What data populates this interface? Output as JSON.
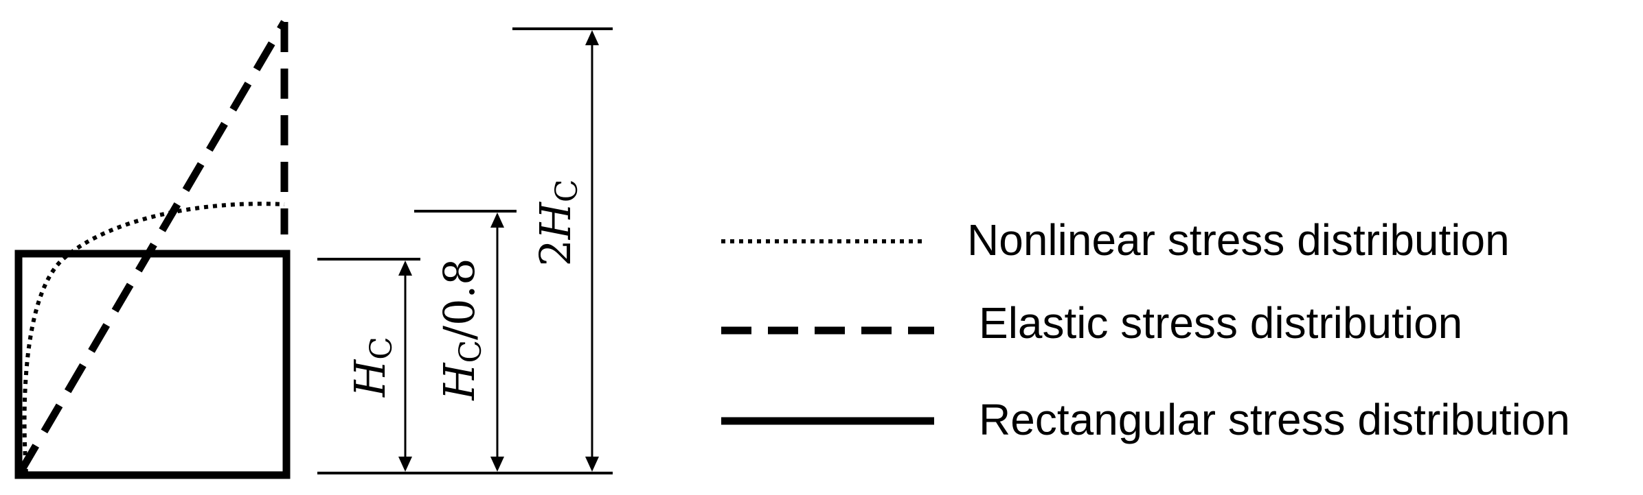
{
  "diagram": {
    "labels": {
      "hc": {
        "main": "H",
        "sub": "C",
        "suffix": ""
      },
      "hc_08": {
        "main": "H",
        "sub": "C",
        "suffix": "/0.8"
      },
      "two_hc": {
        "prefix": "2",
        "main": "H",
        "sub": "C"
      }
    }
  },
  "legend": {
    "items": [
      {
        "label": "Nonlinear stress distribution",
        "style": "dotted"
      },
      {
        "label": "Elastic stress distribution",
        "style": "dashed"
      },
      {
        "label": "Rectangular stress distribution",
        "style": "solid"
      }
    ]
  },
  "colors": {
    "ink": "#000000",
    "background": "#ffffff"
  }
}
